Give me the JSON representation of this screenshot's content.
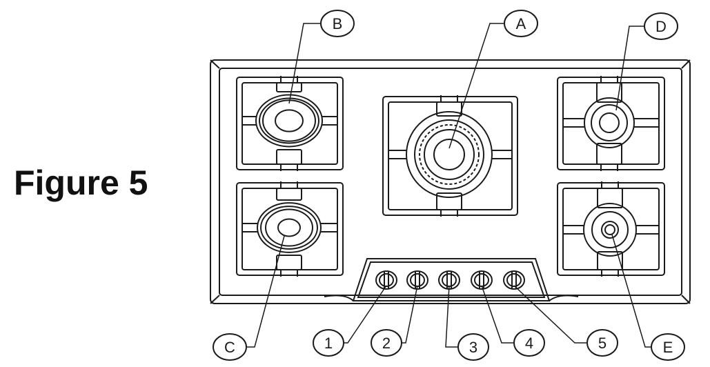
{
  "figure": {
    "title": "Figure 5"
  },
  "burners": [
    {
      "id": "burner-b",
      "label": "B",
      "size": "medium"
    },
    {
      "id": "burner-a",
      "label": "A",
      "size": "wok"
    },
    {
      "id": "burner-d",
      "label": "D",
      "size": "small"
    },
    {
      "id": "burner-c",
      "label": "C",
      "size": "medium"
    },
    {
      "id": "burner-e",
      "label": "E",
      "size": "auxiliary"
    }
  ],
  "knobs": [
    {
      "id": "knob-1",
      "label": "1"
    },
    {
      "id": "knob-2",
      "label": "2"
    },
    {
      "id": "knob-3",
      "label": "3"
    },
    {
      "id": "knob-4",
      "label": "4"
    },
    {
      "id": "knob-5",
      "label": "5"
    }
  ],
  "style": {
    "line_color": "#1a1a1a",
    "background": "#ffffff"
  }
}
